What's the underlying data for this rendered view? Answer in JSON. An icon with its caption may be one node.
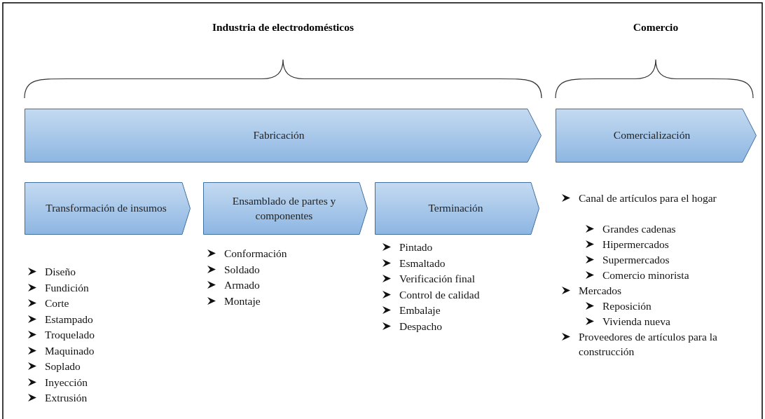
{
  "diagram": {
    "nodes": [
      {
        "text": [
          "Fabricación"
        ]
      },
      {
        "text": [
          "Comercialización"
        ]
      },
      {
        "text": [
          "Transformación de insumos"
        ]
      },
      {
        "text": [
          "Ensamblado de partes y componentes"
        ]
      },
      {
        "text": [
          "Terminación"
        ]
      }
    ],
    "labels": [
      "Industria de electrodomésticos",
      "Comercio",
      "Diseño",
      "Fundición",
      "Corte",
      "Estampado",
      "Troquelado",
      "Maquinado",
      "Soplado",
      "Inyección",
      "Extrusión",
      "Conformación",
      "Soldado",
      "Armado",
      "Montaje",
      "Pintado",
      "Esmaltado",
      "Verificación final",
      "Control de calidad",
      "Embalaje",
      "Despacho",
      "Canal de artículos para el hogar",
      "Grandes cadenas",
      "Hipermercados",
      "Supermercados",
      "Comercio minorista",
      "Mercados",
      "Reposición",
      "Vivienda nueva",
      "Proveedores de artículos para la construcción"
    ]
  }
}
